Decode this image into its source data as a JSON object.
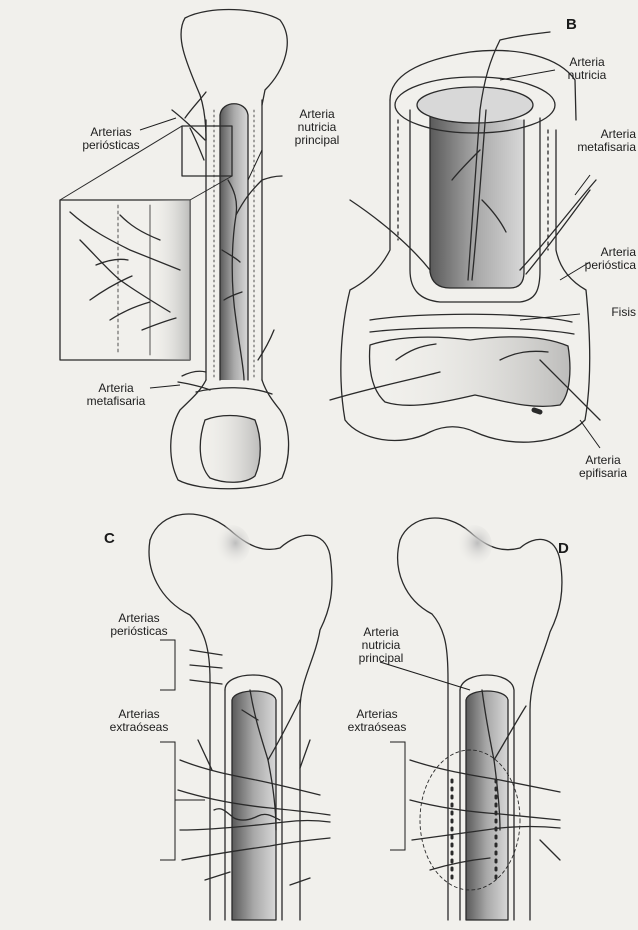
{
  "panels": {
    "b": "B",
    "c": "C",
    "d": "D"
  },
  "panel_a": {
    "arterias_periosticas": "Arterias\nperiósticas",
    "arteria_nutricia_principal": "Arteria\nnutricia\nprincipal",
    "arteria_metafisaria": "Arteria\nmetafisaria"
  },
  "panel_b": {
    "arteria_nutricia": "Arteria\nnutricia",
    "arteria_metafisaria": "Arteria\nmetafisaria",
    "arteria_periostica": "Arteria\nperióstica",
    "fisis": "Fisis",
    "arteria_epifisaria": "Arteria\nepifisaria"
  },
  "panel_c": {
    "arterias_periosticas": "Arterias\nperiósticas",
    "arterias_extraoseas": "Arterias\nextraóseas"
  },
  "panel_d": {
    "arteria_nutricia_principal": "Arteria\nnutricia\nprincipal",
    "arterias_extraoseas": "Arterias\nextraóseas"
  },
  "colors": {
    "paper": "#f1f0ec",
    "ink": "#2a2a2a",
    "shade": "#8a8a8a"
  }
}
